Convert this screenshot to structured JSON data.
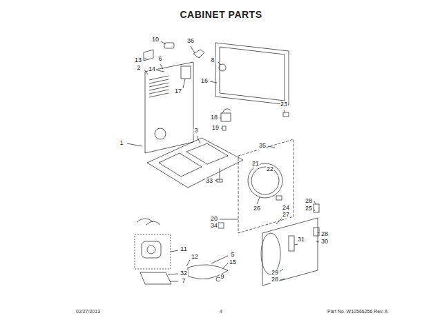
{
  "diagram": {
    "title": "CABINET PARTS",
    "labels": [
      "10",
      "36",
      "13",
      "6",
      "2",
      "14",
      "8",
      "17",
      "16",
      "23",
      "18",
      "19",
      "3",
      "1",
      "35",
      "21",
      "22",
      "33",
      "26",
      "24",
      "27",
      "28",
      "25",
      "20",
      "34",
      "28",
      "30",
      "31",
      "11",
      "12",
      "5",
      "15",
      "32",
      "7",
      "9",
      "29",
      "28",
      "02/27/2013",
      "4",
      "Part No. W10566256 Rev. A"
    ]
  }
}
